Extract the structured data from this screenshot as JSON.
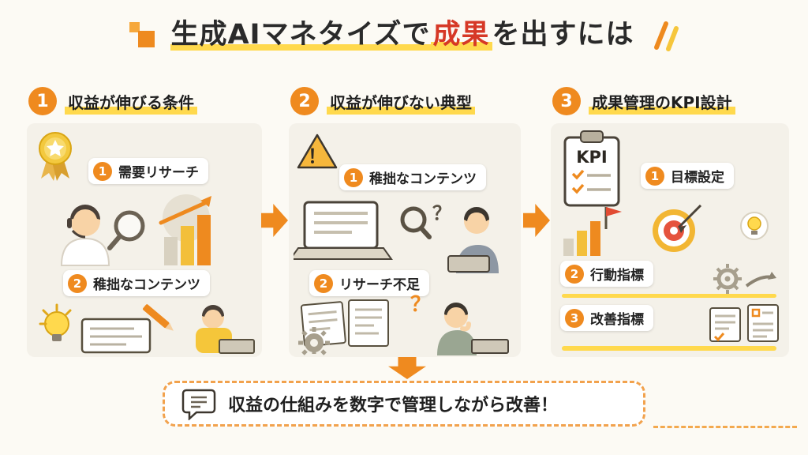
{
  "title": {
    "pre": "生成AIマネタイズで",
    "highlight": "成果",
    "post": "を出すには"
  },
  "columns": [
    {
      "number": "1",
      "heading": "収益が伸びる条件",
      "items": [
        {
          "number": "1",
          "label": "需要リサーチ"
        },
        {
          "number": "2",
          "label": "稚拙なコンテンツ"
        }
      ]
    },
    {
      "number": "2",
      "heading": "収益が伸びない典型",
      "warning_mark": "！",
      "items": [
        {
          "number": "1",
          "label": "稚拙なコンテンツ",
          "qmark": "？"
        },
        {
          "number": "2",
          "label": "リサーチ不足",
          "qmark": "？"
        }
      ]
    },
    {
      "number": "3",
      "heading": "成果管理のKPI設計",
      "clipboard_label": "KPI",
      "items": [
        {
          "number": "1",
          "label": "目標設定"
        },
        {
          "number": "2",
          "label": "行動指標"
        },
        {
          "number": "3",
          "label": "改善指標"
        }
      ]
    }
  ],
  "banner": {
    "text": "収益の仕組みを数字で管理しながら改善！"
  },
  "colors": {
    "accent_orange": "#EF8A1F",
    "highlight_yellow": "#FFD94D",
    "title_red": "#D63826",
    "panel_bg": "#F4F1E9",
    "canvas_bg": "#FCFAF4"
  }
}
